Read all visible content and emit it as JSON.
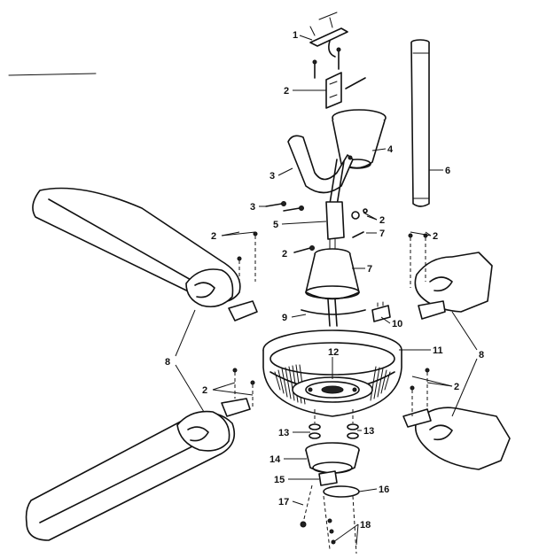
{
  "diagram": {
    "callouts": [
      {
        "id": "c1",
        "text": "1"
      },
      {
        "id": "c2a",
        "text": "2"
      },
      {
        "id": "c3a",
        "text": "3"
      },
      {
        "id": "c3b",
        "text": "3"
      },
      {
        "id": "c4",
        "text": "4"
      },
      {
        "id": "c5",
        "text": "5"
      },
      {
        "id": "c6",
        "text": "6"
      },
      {
        "id": "c2b",
        "text": "2"
      },
      {
        "id": "c2c",
        "text": "2"
      },
      {
        "id": "c7a",
        "text": "7"
      },
      {
        "id": "c2d",
        "text": "2"
      },
      {
        "id": "c2e",
        "text": "2"
      },
      {
        "id": "c7b",
        "text": "7"
      },
      {
        "id": "c9",
        "text": "9"
      },
      {
        "id": "c10",
        "text": "10"
      },
      {
        "id": "c11",
        "text": "11"
      },
      {
        "id": "c8a",
        "text": "8"
      },
      {
        "id": "c8b",
        "text": "8"
      },
      {
        "id": "c12",
        "text": "12"
      },
      {
        "id": "c2f",
        "text": "2"
      },
      {
        "id": "c2g",
        "text": "2"
      },
      {
        "id": "c13a",
        "text": "13"
      },
      {
        "id": "c13b",
        "text": "13"
      },
      {
        "id": "c14",
        "text": "14"
      },
      {
        "id": "c15",
        "text": "15"
      },
      {
        "id": "c16",
        "text": "16"
      },
      {
        "id": "c17",
        "text": "17"
      },
      {
        "id": "c18",
        "text": "18"
      }
    ]
  }
}
